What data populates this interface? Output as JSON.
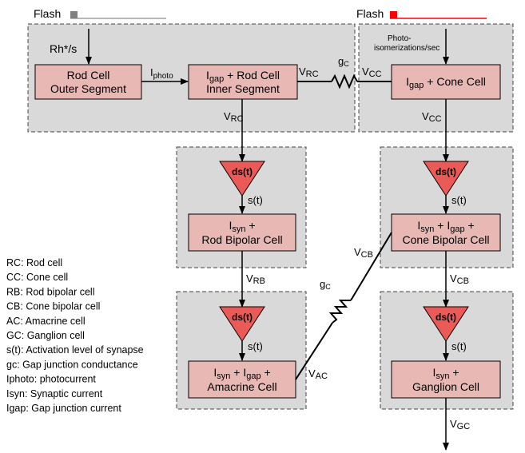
{
  "colors": {
    "panel_fill": "#d9d9d9",
    "box_fill": "#e8b9b4",
    "triangle_fill": "#ea5b58",
    "rod_flash": "#808080",
    "cone_flash": "#ff0000"
  },
  "flash": {
    "rod_label": "Flash",
    "cone_label": "Flash"
  },
  "inputs": {
    "rod": "Rh*/s",
    "cone_line1": "Photo-",
    "cone_line2": "isomerizations/sec"
  },
  "boxes": {
    "rod_outer": [
      "Rod Cell",
      "Outer Segment"
    ],
    "rod_inner_line1": {
      "sub": "gap",
      "rest": " + Rod Cell"
    },
    "rod_inner_line2": "Inner Segment",
    "cone_cell": {
      "sub": "gap",
      "rest": " + Cone Cell"
    },
    "rod_bipolar_line1": {
      "sub": "syn",
      "rest": " +"
    },
    "rod_bipolar_line2": "Rod Bipolar Cell",
    "cone_bipolar_line1_a": "syn",
    "cone_bipolar_line1_b": "gap",
    "cone_bipolar_line2": "Cone Bipolar Cell",
    "amacrine_line1_a": "syn",
    "amacrine_line1_b": "gap",
    "amacrine_line2": "Amacrine Cell",
    "ganglion_line1": {
      "sub": "syn",
      "rest": " +"
    },
    "ganglion_line2": "Ganglion Cell"
  },
  "synapse": {
    "triangle_label": "ds(t)",
    "s_label": "s(t)"
  },
  "signals": {
    "iphoto": {
      "base": "I",
      "sub": "photo"
    },
    "vrc_right": {
      "base": "V",
      "sub": "RC"
    },
    "vcc_left": {
      "base": "V",
      "sub": "CC"
    },
    "vrc_down": {
      "base": "V",
      "sub": "RC"
    },
    "vcc_down": {
      "base": "V",
      "sub": "CC"
    },
    "gc_top": {
      "base": "g",
      "sub": "C"
    },
    "gc_mid": {
      "base": "g",
      "sub": "C"
    },
    "vrb": {
      "base": "V",
      "sub": "RB"
    },
    "vcb_left": {
      "base": "V",
      "sub": "CB"
    },
    "vcb_down": {
      "base": "V",
      "sub": "CB"
    },
    "vac": {
      "base": "V",
      "sub": "AC"
    },
    "vgc": {
      "base": "V",
      "sub": "GC"
    }
  },
  "legend": [
    {
      "key": "RC",
      "desc": ": Rod cell"
    },
    {
      "key": "CC",
      "desc": ": Cone cell"
    },
    {
      "key": "RB",
      "desc": ": Rod bipolar cell"
    },
    {
      "key": "CB",
      "desc": ": Cone bipolar cell"
    },
    {
      "key": "AC",
      "desc": ": Amacrine cell"
    },
    {
      "key": "GC",
      "desc": ": Ganglion cell"
    },
    {
      "key": "s(t)",
      "desc": ": Activation level of synapse"
    },
    {
      "key": "gc",
      "desc": ": Gap junction conductance"
    },
    {
      "key": "Iphoto",
      "desc": ": photocurrent"
    },
    {
      "key": "Isyn",
      "desc": ": Synaptic current"
    },
    {
      "key": "Igap",
      "desc": ": Gap junction current"
    }
  ]
}
